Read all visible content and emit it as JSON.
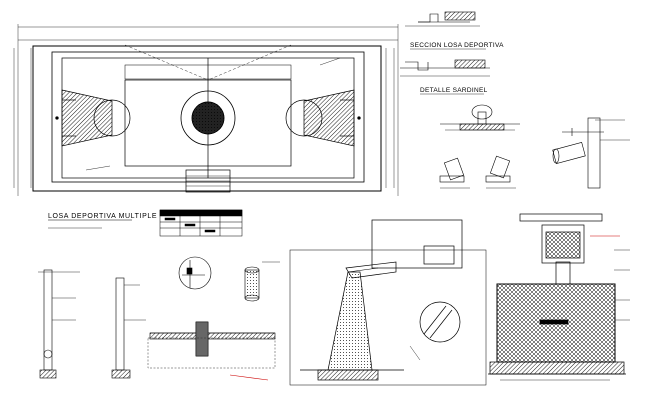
{
  "drawing": {
    "main_title": "LOSA DEPORTIVA MULTIPLE",
    "section_title": "SECCION LOSA DEPORTIVA",
    "detail_title": "DETALLE SARDINEL"
  },
  "colors": {
    "line": "#000000",
    "accent": "#cc0000",
    "dim": "#222222"
  }
}
